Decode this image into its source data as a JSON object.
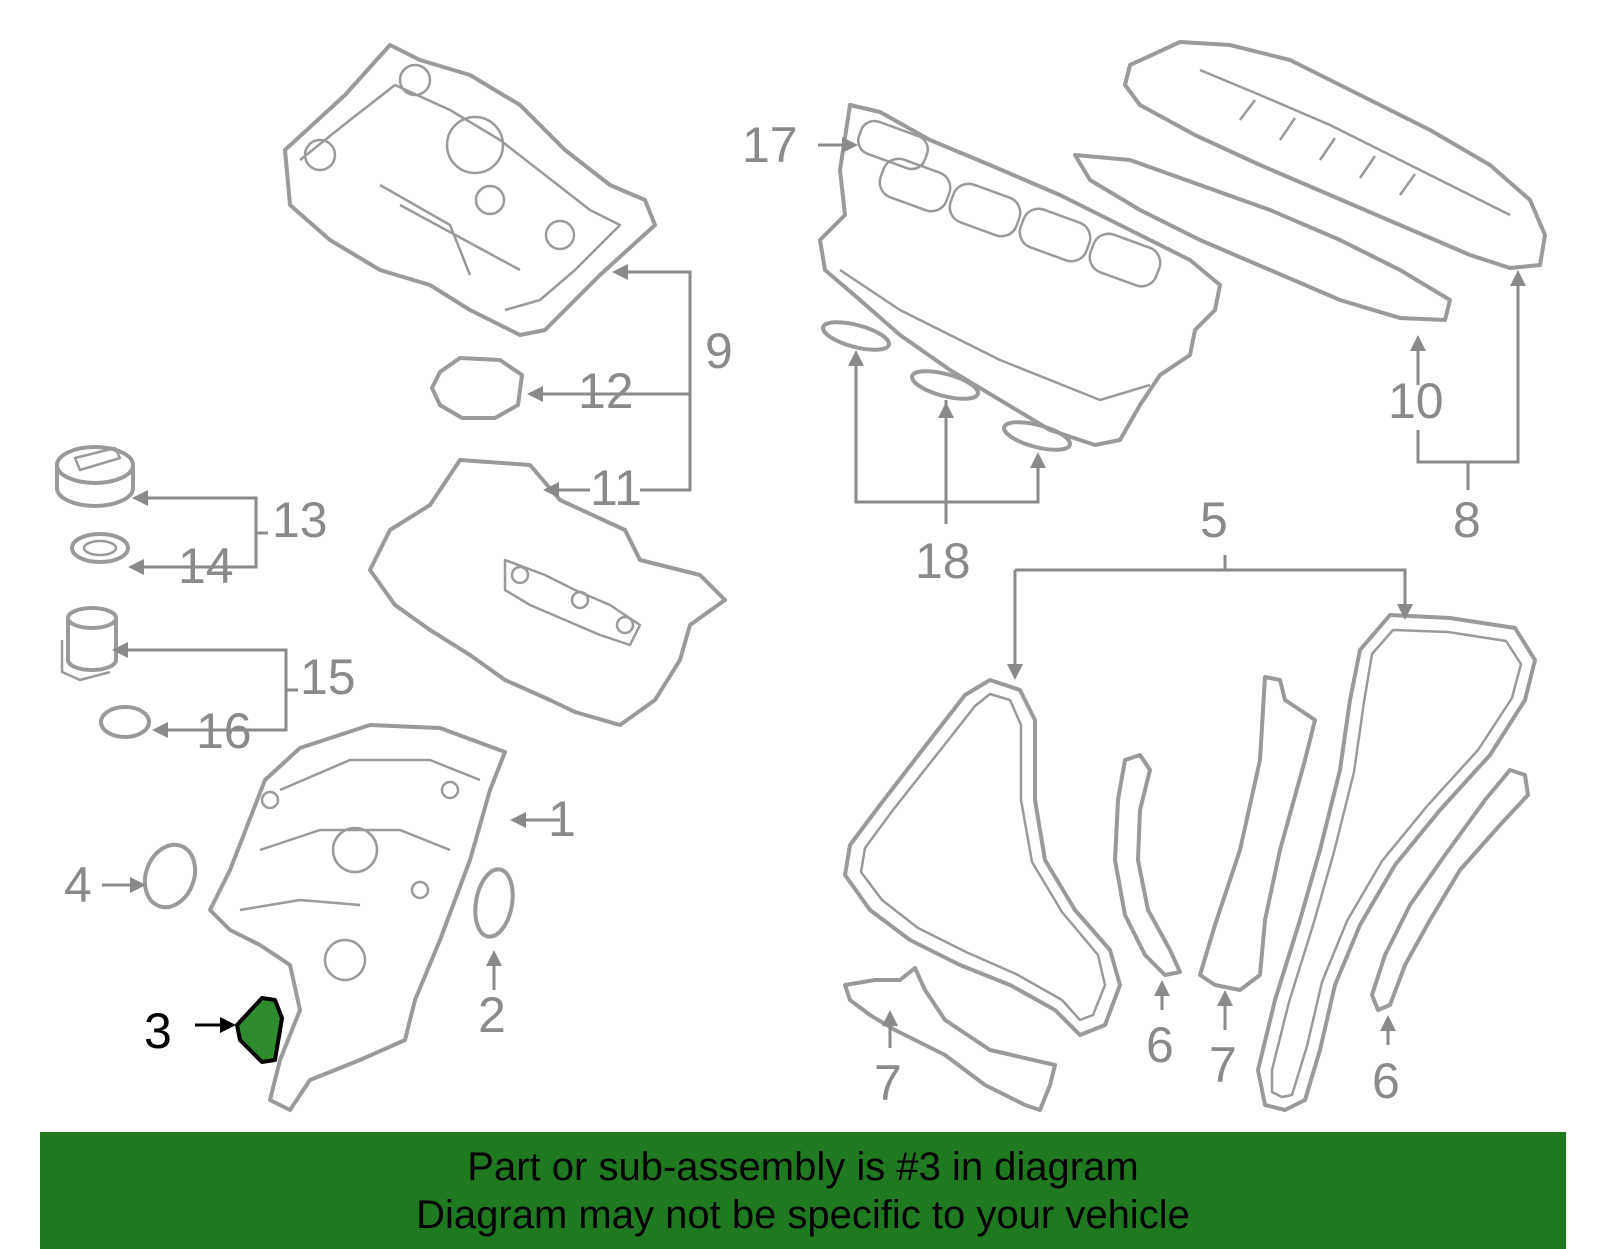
{
  "callouts": {
    "c1": "1",
    "c2": "2",
    "c3": "3",
    "c4": "4",
    "c5": "5",
    "c6a": "6",
    "c6b": "6",
    "c7a": "7",
    "c7b": "7",
    "c8": "8",
    "c9": "9",
    "c10": "10",
    "c11": "11",
    "c12": "12",
    "c13": "13",
    "c14": "14",
    "c15": "15",
    "c16": "16",
    "c17": "17",
    "c18": "18"
  },
  "highlighted_part": "3",
  "colors": {
    "highlight": "#2e8b2e",
    "banner": "#1f7a1f",
    "linework": "#9a9a9a"
  },
  "banner": {
    "line1": "Part or sub-assembly is #3 in diagram",
    "line2": "Diagram may not be specific to your vehicle"
  }
}
